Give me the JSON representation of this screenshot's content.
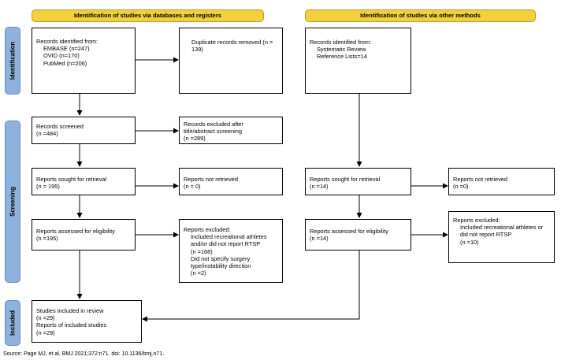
{
  "headers": {
    "databases": "Identification of studies via databases and registers",
    "other": "Identification of studies via other methods"
  },
  "side_labels": {
    "identification": "Identification",
    "screening": "Screening",
    "included": "Included"
  },
  "boxes": {
    "records_identified": {
      "title": "Records identified from:",
      "items": [
        "EMBASE (n=247)",
        "OVID (n=170)",
        "PubMed (n=206)"
      ]
    },
    "duplicates_removed": "Duplicate records removed (n = 139)",
    "records_screened": {
      "title": "Records screened",
      "count": "(n =484)"
    },
    "records_excluded": {
      "title": "Records excluded after title/abstract screening",
      "count": "(n =289)"
    },
    "reports_sought_db": {
      "title": "Reports sought for retrieval",
      "count": "(n = 195)"
    },
    "reports_not_retrieved_db": {
      "title": "Reports not retrieved",
      "count": "(n = 0)"
    },
    "reports_assessed_db": {
      "title": "Reports assessed for eligibility",
      "count": "(n =195)"
    },
    "reports_excluded_db": {
      "title": "Reports excluded:",
      "reason1": "Included recreational athletes and/or did not report RTSP",
      "count1": "(n =168)",
      "reason2": "Did not specify surgery type/instability direction",
      "count2": "(n =2)"
    },
    "studies_included": {
      "title1": "Studies included in review",
      "count1": "(n =29)",
      "title2": "Reports of included studies",
      "count2": "(n =29)"
    },
    "records_other": {
      "title": "Records identified from:",
      "items": [
        "Systematic Review",
        "Reference Lists=14"
      ]
    },
    "reports_sought_other": {
      "title": "Reports sought for retrieval",
      "count": "(n =14)"
    },
    "reports_not_retrieved_other": {
      "title": "Reports not retrieved",
      "count": "(n =0)"
    },
    "reports_assessed_other": {
      "title": "Reports assessed for eligibility",
      "count": "(n =14)"
    },
    "reports_excluded_other": {
      "title": "Reports excluded:",
      "reason1": "Included recreational athletes or did not report RTSP",
      "count1": "(n =10)"
    }
  },
  "source": "Source: Page MJ, et al. BMJ 2021;372:n71. doi: 10.1136/bmj.n71.",
  "colors": {
    "header_fill": "#f3cf3b",
    "side_fill": "#8fb2dd"
  }
}
